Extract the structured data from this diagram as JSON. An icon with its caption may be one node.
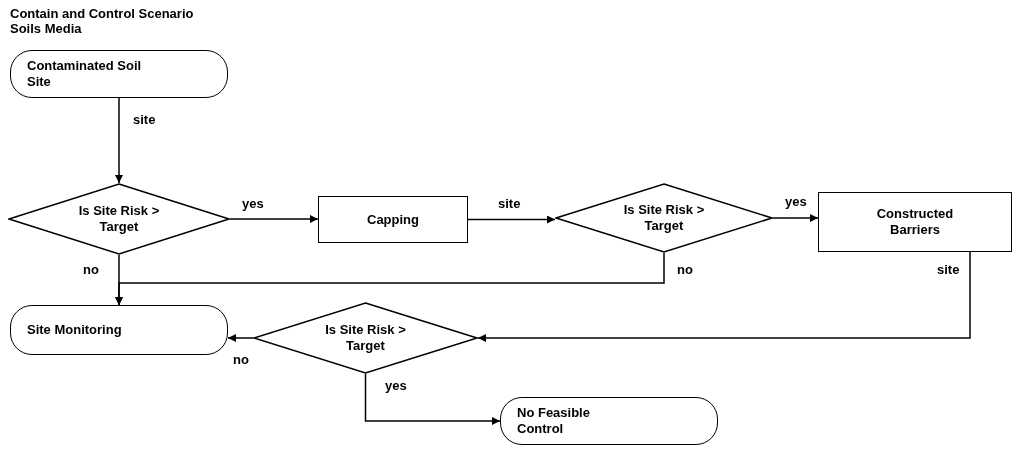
{
  "diagram": {
    "title": "Contain and Control Scenario Soils Media",
    "nodes": [
      {
        "text": [
          "Contaminated Soil Site"
        ]
      },
      {
        "text": [
          "Is Site Risk > Target"
        ]
      },
      {
        "text": [
          "Capping"
        ]
      },
      {
        "text": [
          "Is Site Risk > Target"
        ]
      },
      {
        "text": [
          "Constructed Barriers"
        ]
      },
      {
        "text": [
          "Site Monitoring"
        ]
      },
      {
        "text": [
          "Is Site Risk > Target"
        ]
      },
      {
        "text": [
          "No Feasible Control"
        ]
      }
    ],
    "edges": [
      {
        "from": 0,
        "to": 1,
        "arrow": "to",
        "label": "site"
      },
      {
        "from": 1,
        "to": 2,
        "arrow": "to",
        "label": "yes"
      },
      {
        "from": 2,
        "to": 3,
        "arrow": "to",
        "label": "site"
      },
      {
        "from": 3,
        "to": 4,
        "arrow": "to",
        "label": "yes"
      },
      {
        "from": 1,
        "to": 5,
        "arrow": "to",
        "label": "no"
      },
      {
        "from": 3,
        "to": 5,
        "arrow": "to",
        "label": "no"
      },
      {
        "from": 4,
        "to": 6,
        "arrow": "to",
        "label": "site"
      },
      {
        "from": 6,
        "to": 5,
        "arrow": "to",
        "label": "no"
      },
      {
        "from": 6,
        "to": 7,
        "arrow": "to",
        "label": "yes"
      }
    ]
  }
}
